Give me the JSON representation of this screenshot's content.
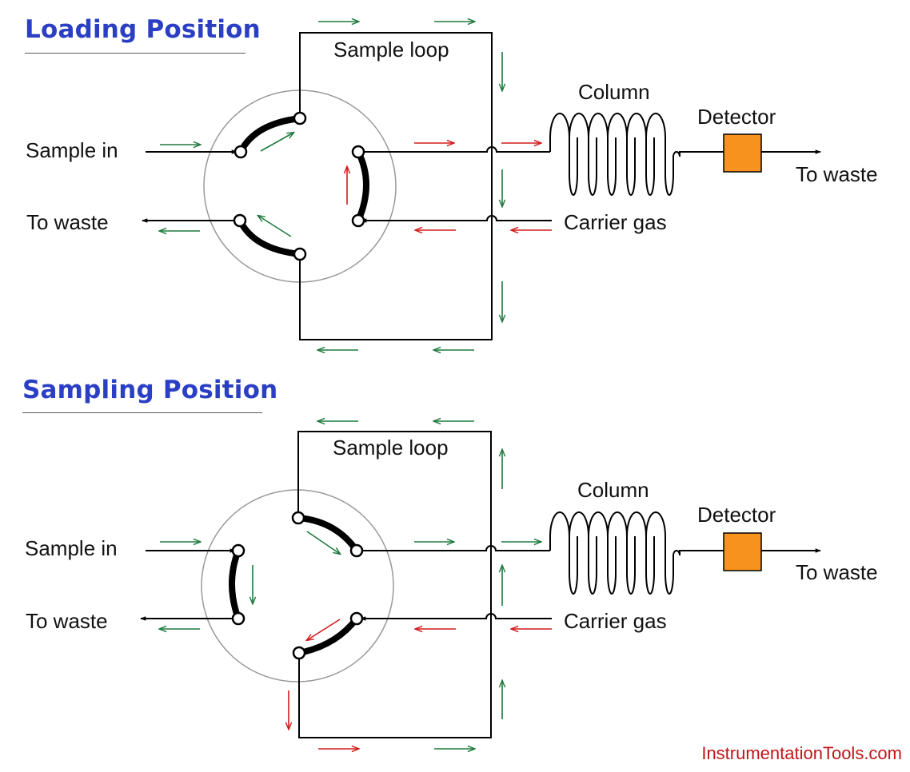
{
  "colors": {
    "heading": "#2b3fc4",
    "wire": "#000000",
    "valve_body": "#999999",
    "sample_flow_arrow": "#1f7a3e",
    "carrier_flow_arrow": "#d11a1a",
    "detector_fill": "#f7921e",
    "watermark": "#c0151a"
  },
  "panels": [
    {
      "heading": "Loading Position",
      "labels": {
        "sample_loop": "Sample loop",
        "column": "Column",
        "detector": "Detector",
        "sample_in": "Sample in",
        "to_waste_left": "To waste",
        "carrier_gas": "Carrier gas",
        "to_waste_right": "To waste"
      }
    },
    {
      "heading": "Sampling Position",
      "labels": {
        "sample_loop": "Sample loop",
        "column": "Column",
        "detector": "Detector",
        "sample_in": "Sample in",
        "to_waste_left": "To waste",
        "carrier_gas": "Carrier gas",
        "to_waste_right": "To waste"
      }
    }
  ],
  "watermark": "InstrumentationTools.com"
}
